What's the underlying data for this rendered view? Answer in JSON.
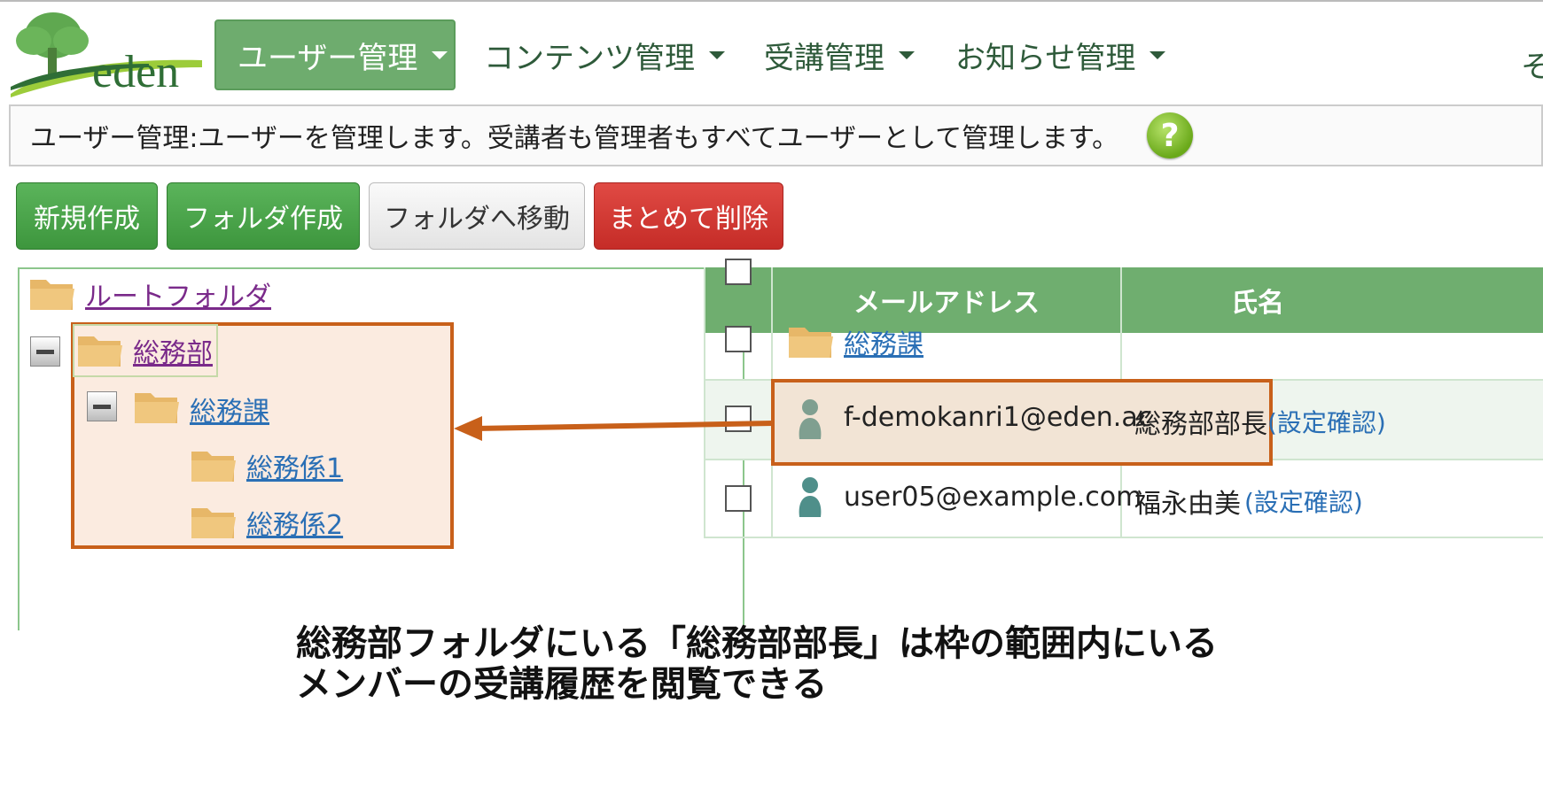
{
  "logo": {
    "text": "eden"
  },
  "nav": {
    "items": [
      {
        "label": "ユーザー管理",
        "active": true
      },
      {
        "label": "コンテンツ管理"
      },
      {
        "label": "受講管理"
      },
      {
        "label": "お知らせ管理"
      }
    ],
    "overflow_char": "そ"
  },
  "info": {
    "text": "ユーザー管理:ユーザーを管理します。受講者も管理者もすべてユーザーとして管理します。",
    "help_label": "?"
  },
  "buttons": {
    "new": "新規作成",
    "new_folder": "フォルダ作成",
    "move": "フォルダへ移動",
    "bulk_delete": "まとめて削除"
  },
  "tree": {
    "root": "ルートフォルダ",
    "dept": "総務部",
    "section": "総務課",
    "sub1": "総務係1",
    "sub2": "総務係2"
  },
  "table": {
    "headers": {
      "email": "メールアドレス",
      "name": "氏名"
    },
    "rows": [
      {
        "email": "総務課",
        "name": "",
        "type": "folder"
      },
      {
        "email": "f-demokanri1@eden.ac",
        "name": "総務部部長",
        "link": "(設定確認)",
        "type": "user"
      },
      {
        "email": "user05@example.com",
        "name": "福永由美",
        "link": "(設定確認)",
        "type": "user"
      }
    ]
  },
  "caption": {
    "line1": "総務部フォルダにいる「総務部部長」は枠の範囲内にいる",
    "line2": "メンバーの受講履歴を閲覧できる"
  },
  "colors": {
    "accent_green": "#6eac6e",
    "highlight_orange": "#c8601a",
    "danger_red": "#cf3530"
  }
}
